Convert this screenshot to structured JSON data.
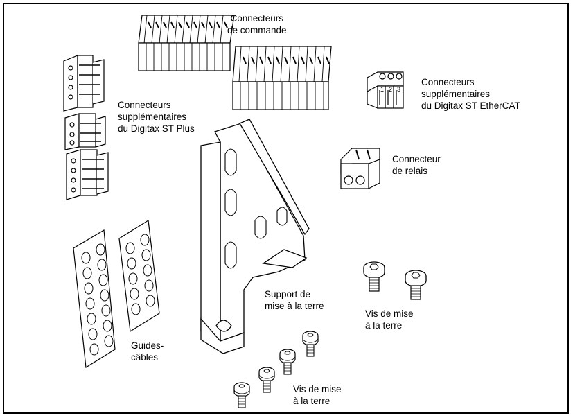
{
  "labels": {
    "control": [
      "Connecteurs",
      "de commande"
    ],
    "plus": [
      "Connecteurs",
      "supplémentaires",
      "du Digitax ST Plus"
    ],
    "ethercat": [
      "Connecteurs",
      "supplémentaires",
      "du Digitax ST EtherCAT"
    ],
    "relay": [
      "Connecteur",
      "de relais"
    ],
    "bracket": [
      "Support de",
      "mise à la terre"
    ],
    "screws_right": [
      "Vis de mise",
      "à la terre"
    ],
    "screws_bottom": [
      "Vis de mise",
      "à la terre"
    ],
    "guides": [
      "Guides-",
      "câbles"
    ]
  },
  "ethercat_pins": [
    "1",
    "2",
    "3"
  ]
}
